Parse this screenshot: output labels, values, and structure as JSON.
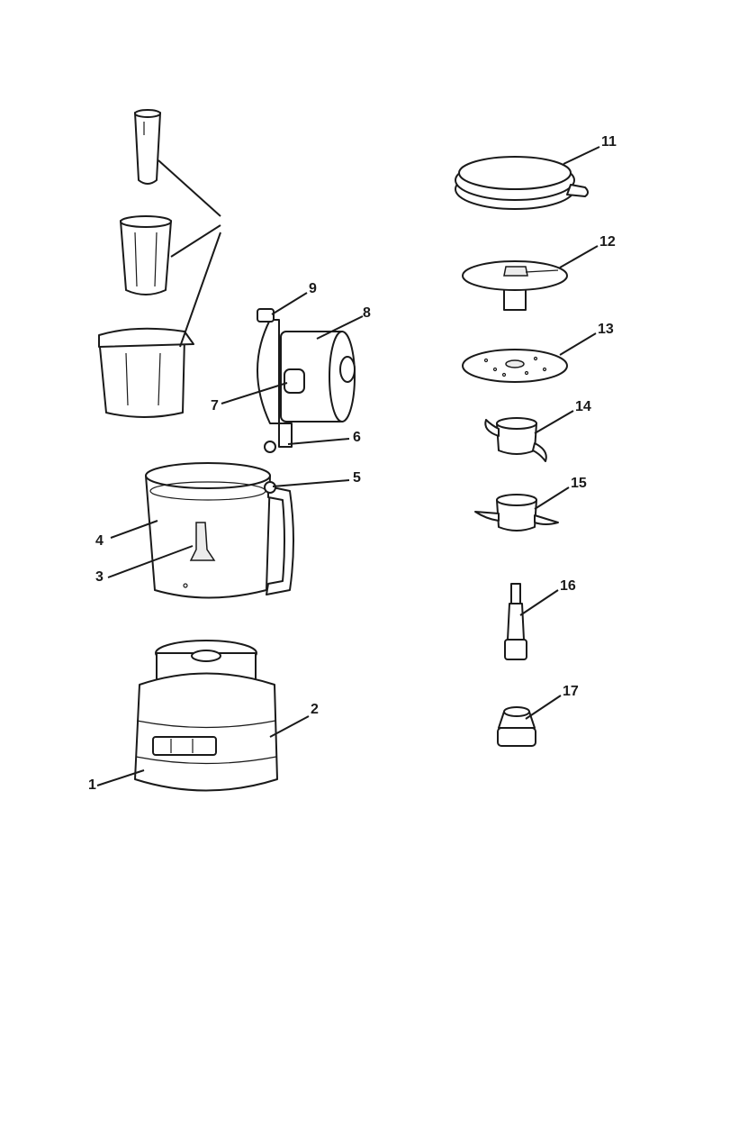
{
  "parts": [
    {
      "id": "base",
      "label": "1"
    },
    {
      "id": "base-controls",
      "label": "2"
    },
    {
      "id": "drive-adapter",
      "label": "3"
    },
    {
      "id": "work-bowl",
      "label": "4"
    },
    {
      "id": "bowl-latch",
      "label": "5"
    },
    {
      "id": "lid-hinge",
      "label": "6"
    },
    {
      "id": "lid-knob",
      "label": "7"
    },
    {
      "id": "feed-tube-lid",
      "label": "8"
    },
    {
      "id": "lid-clip",
      "label": "9"
    },
    {
      "id": "storage-case",
      "label": "11"
    },
    {
      "id": "slicing-disc",
      "label": "12"
    },
    {
      "id": "shredding-disc",
      "label": "13"
    },
    {
      "id": "dough-blade",
      "label": "14"
    },
    {
      "id": "multipurpose-blade",
      "label": "15"
    },
    {
      "id": "disc-stem",
      "label": "16"
    },
    {
      "id": "adapter-cap",
      "label": "17"
    }
  ]
}
